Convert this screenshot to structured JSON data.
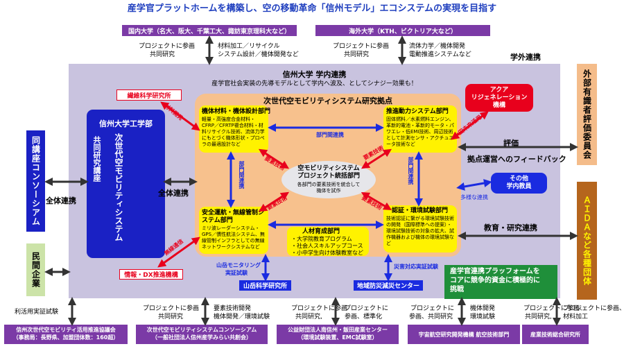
{
  "title": "産学官プラットホームを構築し、空の移動革命「信州モデル」エコシステムの実現を目指す",
  "top": {
    "domestic_univ": "国内大学（名大、阪大、千葉工大、諏訪東京理科大など）",
    "overseas_univ": "海外大学（KTH、ビクトリア大など）",
    "left_project": [
      "プロジェクトに参画",
      "共同研究"
    ],
    "left_topics": [
      "材料加工／リサイクル",
      "システム設計／機体開発など"
    ],
    "right_project": [
      "プロジェクトに参画",
      "共同研究"
    ],
    "right_topics": [
      "流体力学／機体開発",
      "電動推進システムなど"
    ]
  },
  "external_label": "学外連携",
  "internal": {
    "title": "信州大学 学内連携",
    "subtitle": "産学官社会実装の先導モデルとして学内へ波及、としてシナジー効果も！",
    "fiber_institute": "繊維科学研究所",
    "fiber_arrow_label": "材料開発",
    "engineering_faculty": "信州大学工学部",
    "engineering_sub": "共同研究講座",
    "engineering_vertical": "次世代空モビリティシステム",
    "center_title": "次世代空モビリティシステム研究拠点",
    "aqua": [
      "アクア",
      "リジェネレーション",
      "機構"
    ],
    "aqua_arrow_label": "水田未来活用",
    "other_staff": [
      "その他",
      "学内教員"
    ],
    "other_arrow_label": "多様な連携",
    "info_dx": "情報・DX推進機構",
    "info_arrow_label": "無線通信",
    "mountain_institute": "山岳科学研究所",
    "mountain_test": [
      "山岳モニタリング",
      "実証試験"
    ],
    "disaster_center": "地域防災減災センター",
    "disaster_test": "災害対応実証試験"
  },
  "departments": {
    "materials": {
      "title": "機体材料・機体設計部門",
      "body": "軽量・高強度合金材料・CFRP／CFRTP複合材料・材料リサイクル技術、流体力学にもとづく機体形状・プロペラの最適設計など"
    },
    "propulsion": {
      "title": "推進動力システム部門",
      "body": "固体燃料／水素燃料エンジン、革新的電池・革新的モータ・パワエレ・低EMI技術、周辺技術として計測センサ・アクチュエータ技術など"
    },
    "safety": {
      "title": "安全運航・無線管制システム部門",
      "body": "ミリ波レーダーシステム・GPS／慣性航法システム、無線管制インフラとしての無線ネットワークシステムなど"
    },
    "certification": {
      "title": "認証・環境試験部門",
      "body": "技術認証に繋がる環境試験技術の開発（国際標準への提案）・環境試験技術の対象の拡大、試作機器および機体の環境試験など"
    },
    "hr": {
      "title": "人材育成部門",
      "items": [
        "・大学院教育プログラム",
        "・社会人スキルアップコース",
        "・小中学生向け体験教室など"
      ]
    },
    "integration": {
      "title": [
        "空モビリティシステム",
        "プロジェクト統括部門"
      ],
      "body": [
        "各部門の要素技術を統合して",
        "機体を試作"
      ]
    }
  },
  "labels": {
    "dept_link": "部門間連携",
    "dept_link_vertical": "部門間連携",
    "element_tech": "要素技術",
    "overall_link": "全体連携",
    "evaluation": "評価",
    "feedback": "拠点運営へのフィードバック",
    "education_link": "教育・研究連携"
  },
  "left_side": {
    "consortium_vertical": "同講座コンソーシアム",
    "private_vertical": "民間企業"
  },
  "right_side": {
    "evaluation_committee": "外部有識者評価委員会",
    "aida": "ＡＩＤＡなど各種団体",
    "platform": [
      "産学官連携プラッフォームを",
      "コアに競争的資金に積極的に",
      "挑戦"
    ]
  },
  "bottom": {
    "b1_label": "利活用実証試験",
    "b1_box": [
      "信州次世代空モビリティ活用推進協議会",
      "（事務局：長野県、加盟団体数：160超）"
    ],
    "b2_project": [
      "プロジェクトに参画",
      "共同研究"
    ],
    "b2_topics": [
      "要素技術開発",
      "機体開発／環境試験"
    ],
    "b2_box": [
      "次世代空モビリティシステムコンソーシアム",
      "（一般社団法人信州産学みらい共創会）"
    ],
    "b3_project": [
      "プロジェクトに参画",
      "共同研究,"
    ],
    "b3_topics": [
      "プロジェクトに",
      "参画、標準化"
    ],
    "b3_box": [
      "公益財団法人南信州・飯田産業センター",
      "（環境試験装置、EMC試験室）"
    ],
    "b4_project": [
      "プロジェクトに",
      "参画、共同研究"
    ],
    "b4_topics": [
      "機体開発",
      "環境試験"
    ],
    "b4_box": "宇宙航空研究開発機構 航空技術部門",
    "b5_project": [
      "プロジェクトに参画、",
      "共同研究,"
    ],
    "b5_topics": [
      "プロジェクトに参画、",
      "材料加工"
    ],
    "b5_box": "産業技術総合研究所"
  },
  "colors": {
    "title_blue": "#1f3fbf",
    "purple": "#7b3aa6",
    "lavender": "#c9c3df",
    "orange_center": "#f7c18d",
    "dept_yellow": "#fff200",
    "navy": "#1a21c4",
    "red": "#e8001c",
    "green": "#1f8f3a",
    "orange_box": "#f4bc8a",
    "brown": "#b5651d",
    "olive": "#cce3a8",
    "blue_arrow": "#1a2be0"
  }
}
